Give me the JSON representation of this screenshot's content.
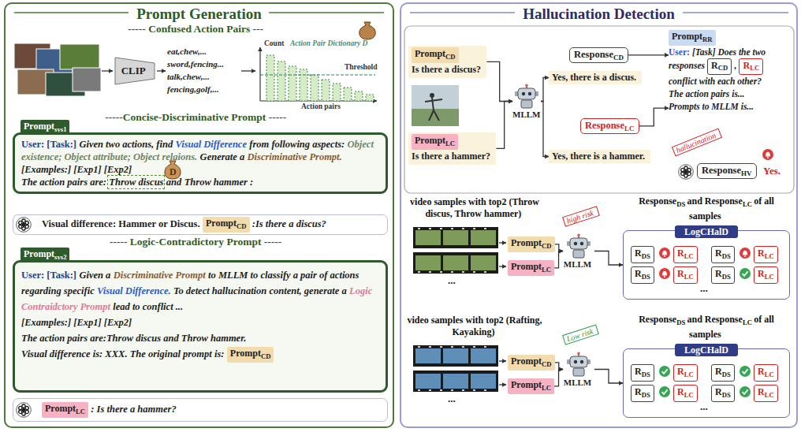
{
  "diagram": {
    "nodes": [
      {
        "text": [
          "Prompt Generation"
        ]
      },
      {
        "text": [
          "CLIP"
        ],
        "in": 0
      },
      {
        "text": [
          "Prompt",
          "sys1"
        ],
        "in": 0
      },
      {
        "text": [
          "User: [Task:]",
          "Given two actions, find",
          "Visual Difference",
          "from following aspects:",
          "Object existence; Object attribute; Object relaions.",
          "Generate a",
          "Discriminative Prompt.",
          "[Examples:] [Exp1] [Exp2]",
          "The action pairs are:",
          "Throw discus",
          "and",
          "Throw hammer :"
        ],
        "in": 0
      },
      {
        "text": [
          "Visual difference: Hammer or Discus.",
          ":Is there a discus?"
        ],
        "in": 0
      },
      {
        "text": [
          "Prompt",
          "CD"
        ],
        "in": 4
      },
      {
        "text": [
          "Prompt",
          "sys2"
        ],
        "in": 0
      },
      {
        "text": [
          "User: [Task:]",
          "Given a",
          "Discriminative Prompt",
          "to MLLM to classify a pair of actions regarding specific",
          "Visual Difference.",
          "To detect hallucination content, generate a",
          "Logic Contraidctory Prompt",
          "lead to conflict ...",
          "[Examples:] [Exp1] [Exp2]",
          "The action pairs are:Throw discus and Throw hammer.",
          "Visual difference is: XXX. The original prompt is:"
        ],
        "in": 0
      },
      {
        "text": [
          "Prompt",
          "CD"
        ],
        "in": 7
      },
      {
        "text": [
          ": Is there a hammer?"
        ],
        "in": 0
      },
      {
        "text": [
          "Prompt",
          "LC"
        ],
        "in": 9
      },
      {
        "text": [
          "Hallucination Detection"
        ]
      },
      {
        "text": [
          "Is there a discus?"
        ],
        "in": 11
      },
      {
        "text": [
          "Prompt",
          "CD"
        ],
        "in": 12
      },
      {
        "text": [
          "Is there a hammer?"
        ],
        "in": 11
      },
      {
        "text": [
          "Prompt",
          "LC"
        ],
        "in": 14
      },
      {
        "text": [
          "MLLM"
        ],
        "in": 11
      },
      {
        "text": [
          "Yes, there is a discus."
        ],
        "in": 11
      },
      {
        "text": [
          "Yes, there is a hammer."
        ],
        "in": 11
      },
      {
        "text": [
          "Response",
          "CD"
        ],
        "in": 11
      },
      {
        "text": [
          "Response",
          "LC"
        ],
        "in": 11
      },
      {
        "text": [
          "User:",
          "[Task] Does the two responses",
          ",",
          "conflict with each other?",
          "The action pairs is...",
          "Prompts to MLLM is..."
        ],
        "in": 11
      },
      {
        "text": [
          "Prompt",
          "RR"
        ],
        "in": 21
      },
      {
        "text": [
          "R",
          "CD"
        ],
        "in": 21
      },
      {
        "text": [
          "R",
          "LC"
        ],
        "in": 21
      },
      {
        "text": [
          "Response",
          "HV"
        ],
        "in": 11
      },
      {
        "text": [
          "Prompt",
          "CD"
        ],
        "in": 11
      },
      {
        "text": [
          "Prompt",
          "LC"
        ],
        "in": 11
      },
      {
        "text": [
          "MLLM"
        ],
        "in": 11
      },
      {
        "text": [
          "LogCHalD"
        ],
        "in": 11
      },
      {
        "text": [
          "R",
          "DS"
        ],
        "in": 29
      },
      {
        "text": [
          "R",
          "LC"
        ],
        "in": 29
      },
      {
        "text": [
          "R",
          "DS"
        ],
        "in": 29
      },
      {
        "text": [
          "R",
          "LC"
        ],
        "in": 29
      },
      {
        "text": [
          "R",
          "DS"
        ],
        "in": 29
      },
      {
        "text": [
          "R",
          "LC"
        ],
        "in": 29
      },
      {
        "text": [
          "R",
          "DS"
        ],
        "in": 29
      },
      {
        "text": [
          "R",
          "LC"
        ],
        "in": 29
      },
      {
        "text": [
          "Prompt",
          "CD"
        ],
        "in": 11
      },
      {
        "text": [
          "Prompt",
          "LC"
        ],
        "in": 11
      },
      {
        "text": [
          "MLLM"
        ],
        "in": 11
      },
      {
        "text": [
          "LogCHalD"
        ],
        "in": 11
      },
      {
        "text": [
          "R",
          "DS"
        ],
        "in": 41
      },
      {
        "text": [
          "R",
          "LC"
        ],
        "in": 41
      },
      {
        "text": [
          "R",
          "DS"
        ],
        "in": 41
      },
      {
        "text": [
          "R",
          "LC"
        ],
        "in": 41
      },
      {
        "text": [
          "R",
          "DS"
        ],
        "in": 41
      },
      {
        "text": [
          "R",
          "LC"
        ],
        "in": 41
      },
      {
        "text": [
          "R",
          "DS"
        ],
        "in": 41
      },
      {
        "text": [
          "R",
          "LC"
        ],
        "in": 41
      }
    ],
    "edges": [
      {
        "from": 12,
        "to": 16,
        "arrow": "to"
      },
      {
        "from": 14,
        "to": 16,
        "arrow": "to"
      },
      {
        "from": 16,
        "to": 17,
        "arrow": "to"
      },
      {
        "from": 16,
        "to": 18,
        "arrow": "to"
      },
      {
        "from": 19,
        "to": 21,
        "arrow": "to"
      },
      {
        "from": 20,
        "to": 21,
        "arrow": "to"
      },
      {
        "from": 26,
        "to": 28,
        "arrow": "to"
      },
      {
        "from": 27,
        "to": 28,
        "arrow": "to"
      },
      {
        "from": 28,
        "to": 29,
        "arrow": "to"
      },
      {
        "from": 38,
        "to": 40,
        "arrow": "to"
      },
      {
        "from": 39,
        "to": 40,
        "arrow": "to"
      },
      {
        "from": 40,
        "to": 41,
        "arrow": "to"
      }
    ],
    "labels": [
      "----- Confused Action Pairs ---",
      "eat,chew,...",
      "sword,fencing...",
      "talk,chew,...",
      "fencing,golf,...",
      "Count",
      "Action Pair Dictionary D",
      "Threshold",
      "Action pairs",
      "-----Concise-Discriminative Prompt -----",
      "D",
      "----- Logic-Contradictory Prompt -----",
      "hallucination",
      "Yes.",
      "video samples with top2 (Throw discus, Throw hammer)",
      "high risk",
      "Response",
      "DS",
      "and Response",
      "LC",
      "of all samples",
      "...",
      "video samples with top2 (Rafting, Kayaking)",
      "Low risk",
      "Response",
      "DS",
      "and Response",
      "LC",
      "of all samples",
      "...",
      "...",
      "..."
    ]
  }
}
